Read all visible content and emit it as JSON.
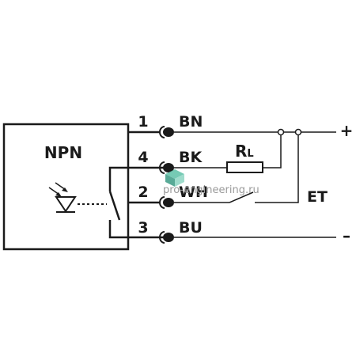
{
  "sensor": {
    "type_label": "NPN"
  },
  "pins": [
    {
      "number": "1",
      "wire": "BN"
    },
    {
      "number": "4",
      "wire": "BK"
    },
    {
      "number": "2",
      "wire": "WH"
    },
    {
      "number": "3",
      "wire": "BU"
    }
  ],
  "load": {
    "label_main": "R",
    "label_sub": "L"
  },
  "external": {
    "label": "ET"
  },
  "supply": {
    "plus": "+",
    "minus": "–"
  },
  "watermark": {
    "text": "pro-engineering.ru"
  },
  "colors": {
    "line": "#1a1a1a",
    "background": "#ffffff",
    "watermark": "#9a9a9a",
    "watermark_icon": "#5fc1a8"
  }
}
